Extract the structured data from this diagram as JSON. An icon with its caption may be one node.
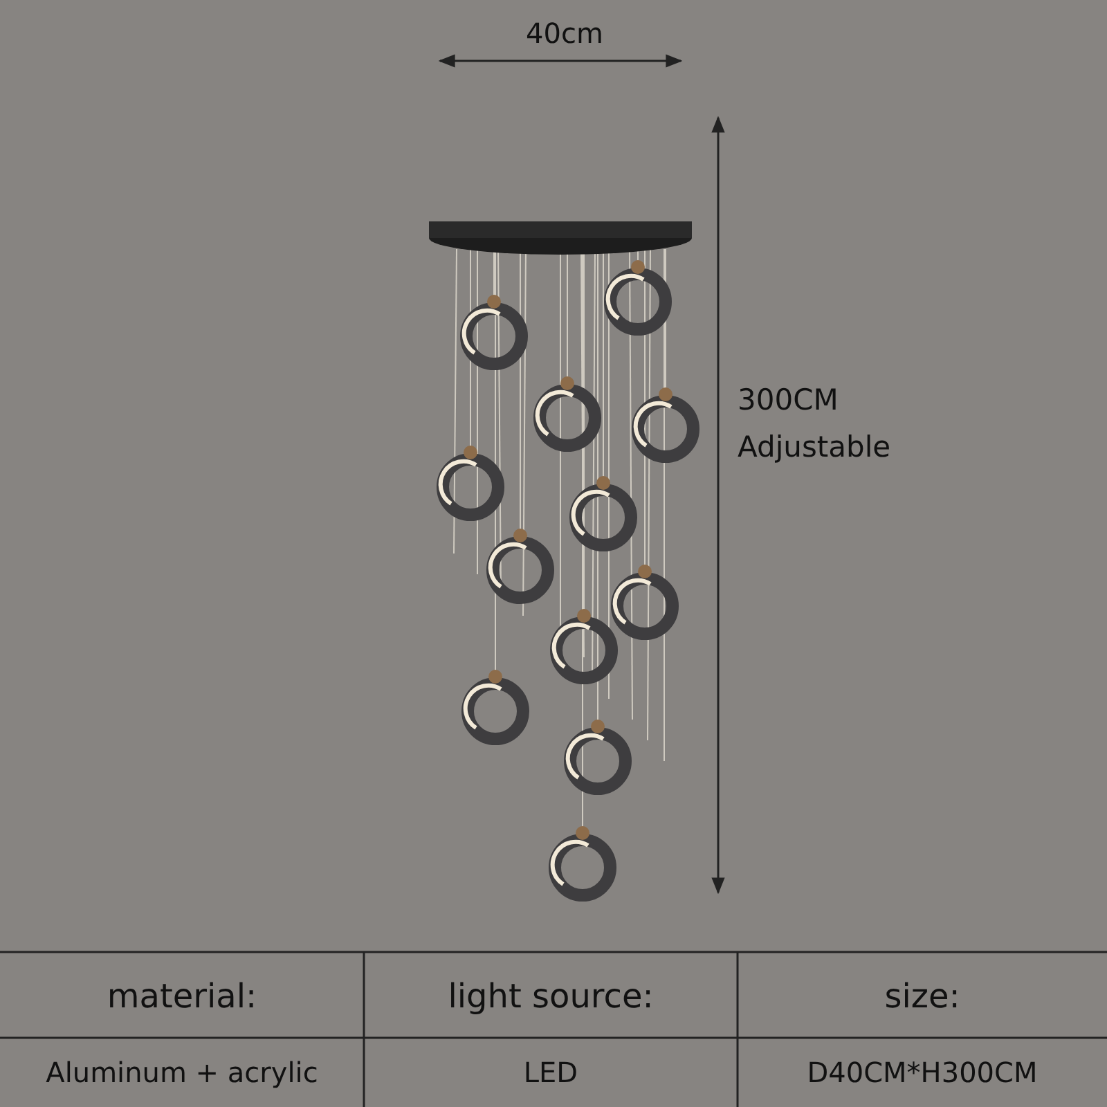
{
  "diagram": {
    "labels": [
      "40cm",
      "300CM Adjustable",
      "material:",
      "light source:",
      "size:",
      "Aluminum + acrylic",
      "LED",
      "D40CM*H300CM"
    ]
  }
}
